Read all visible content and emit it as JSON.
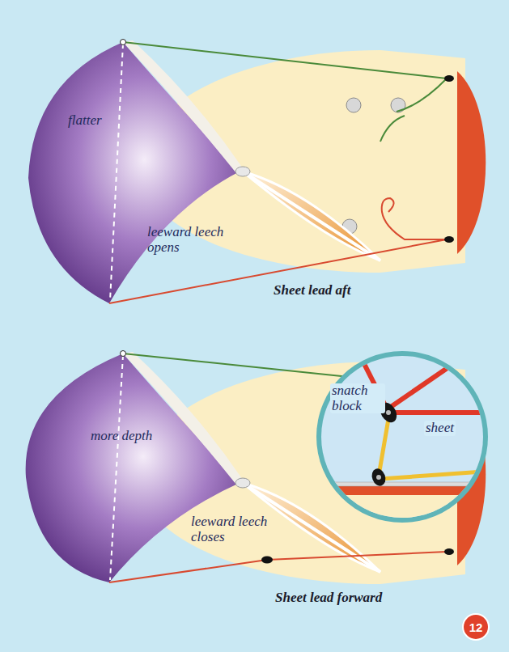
{
  "diagram": {
    "nodes": [
      {
        "text": [
          "12"
        ]
      }
    ],
    "labels": [
      "flatter",
      "leeward leech opens",
      "Sheet lead aft",
      "more depth",
      "leeward leech closes",
      "snatch block",
      "sheet",
      "Sheet lead forward"
    ]
  }
}
